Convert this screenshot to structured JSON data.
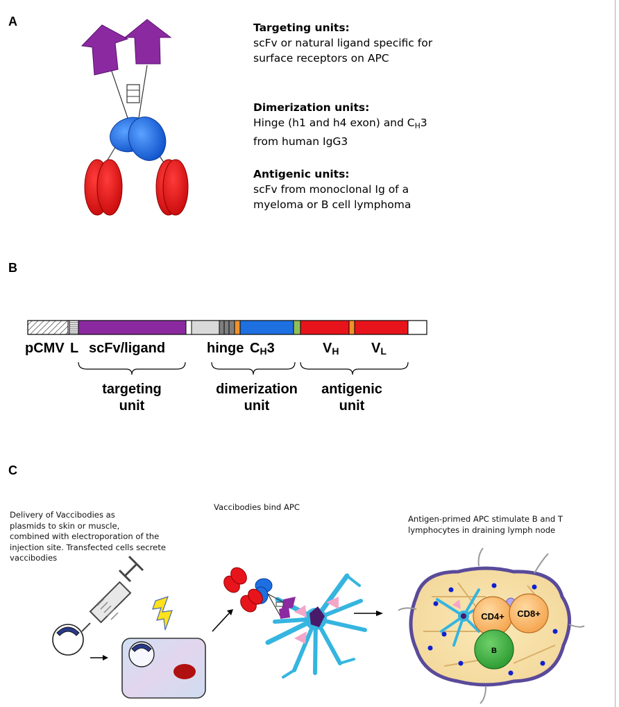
{
  "panels": {
    "a": "A",
    "b": "B",
    "c": "C"
  },
  "panel_a": {
    "targeting": {
      "title": "Targeting units:",
      "line1": "scFv or natural ligand specific for",
      "line2": "surface receptors on APC"
    },
    "dimerization": {
      "title": "Dimerization units:",
      "line1_pre": "Hinge (h1 and h4 exon) and C",
      "line1_sub": "H",
      "line1_post": "3",
      "line2": "from human IgG3"
    },
    "antigenic": {
      "title": "Antigenic units:",
      "line1": "scFv from monoclonal Ig of a",
      "line2": "myeloma  or B cell lymphoma"
    }
  },
  "panel_b": {
    "pcmv": "pCMV",
    "l": "L",
    "scfv": "scFv/ligand",
    "hinge": "hinge",
    "ch3_main": "C",
    "ch3_sub": "H",
    "ch3_post": "3",
    "vh_main": "V",
    "vh_sub": "H",
    "vl_main": "V",
    "vl_sub": "L",
    "targeting_unit": "targeting\nunit",
    "dimerization_unit": "dimerization\nunit",
    "antigenic_unit": "antigenic\nunit"
  },
  "panel_c": {
    "delivery": "Delivery of Vaccibodies as\nplasmids  to skin or muscle,\ncombined with electroporation of the\ninjection site. Transfected cells secrete\nvaccibodies",
    "bind": "Vaccibodies bind APC",
    "stimulate": "Antigen-primed APC stimulate B and T\nlymphocytes in draining lymph node",
    "cd4": "CD4+",
    "cd8": "CD8+",
    "b_cell": "B"
  },
  "colors": {
    "purple": "#8b2aa0",
    "blue": "#1e6fe0",
    "red": "#e8141c",
    "bracket": "#5b84c0",
    "orange": "#f0922a",
    "green": "#8fbf5a",
    "light_gray": "#d9d9d9",
    "dark_gray": "#7f7f7f"
  }
}
